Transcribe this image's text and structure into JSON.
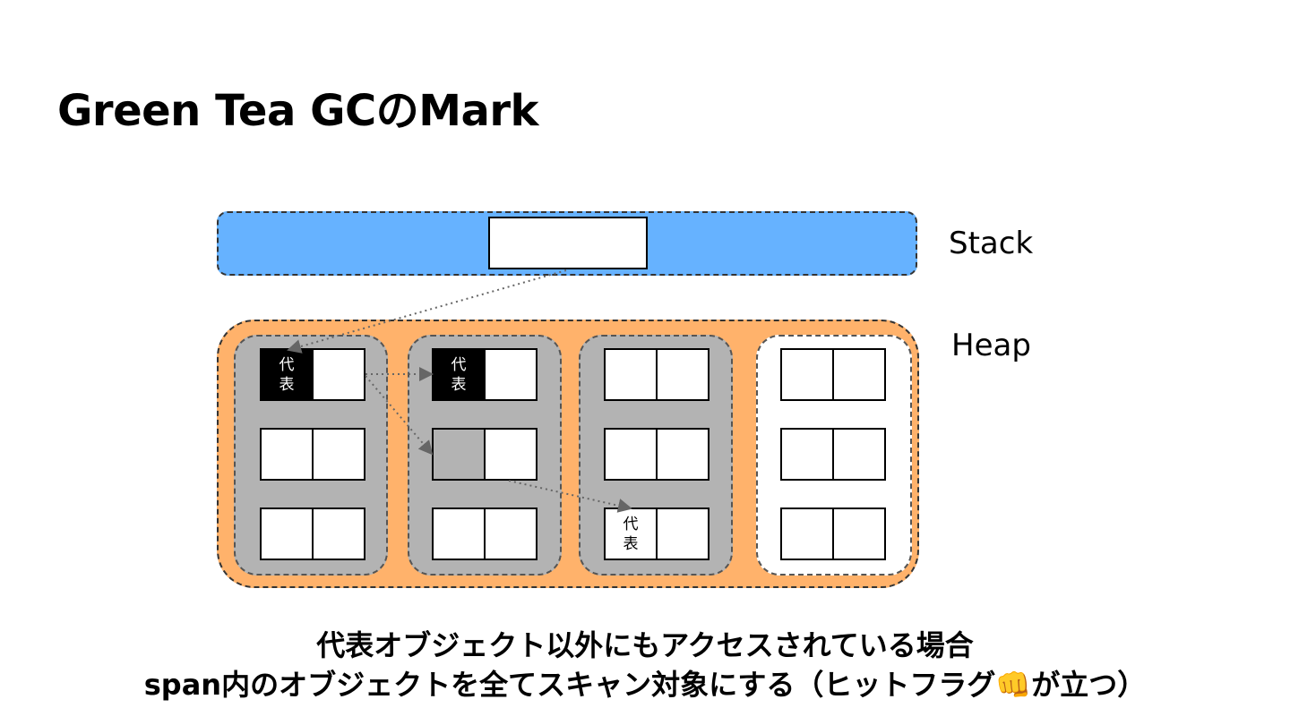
{
  "title": "Green Tea GCのMark",
  "labels": {
    "stack": "Stack",
    "heap": "Heap"
  },
  "rep_char_top": "代",
  "rep_char_bottom": "表",
  "caption": {
    "line1": "代表オブジェクト以外にもアクセスされている場合",
    "line2": "span内のオブジェクトを全てスキャン対象にする（ヒットフラグ👊が立つ）"
  },
  "colors": {
    "stack": "#66b2ff",
    "heap": "#ffb26b",
    "span_scanned": "#b3b3b3",
    "span_free": "#ffffff",
    "representative": "#000000"
  }
}
